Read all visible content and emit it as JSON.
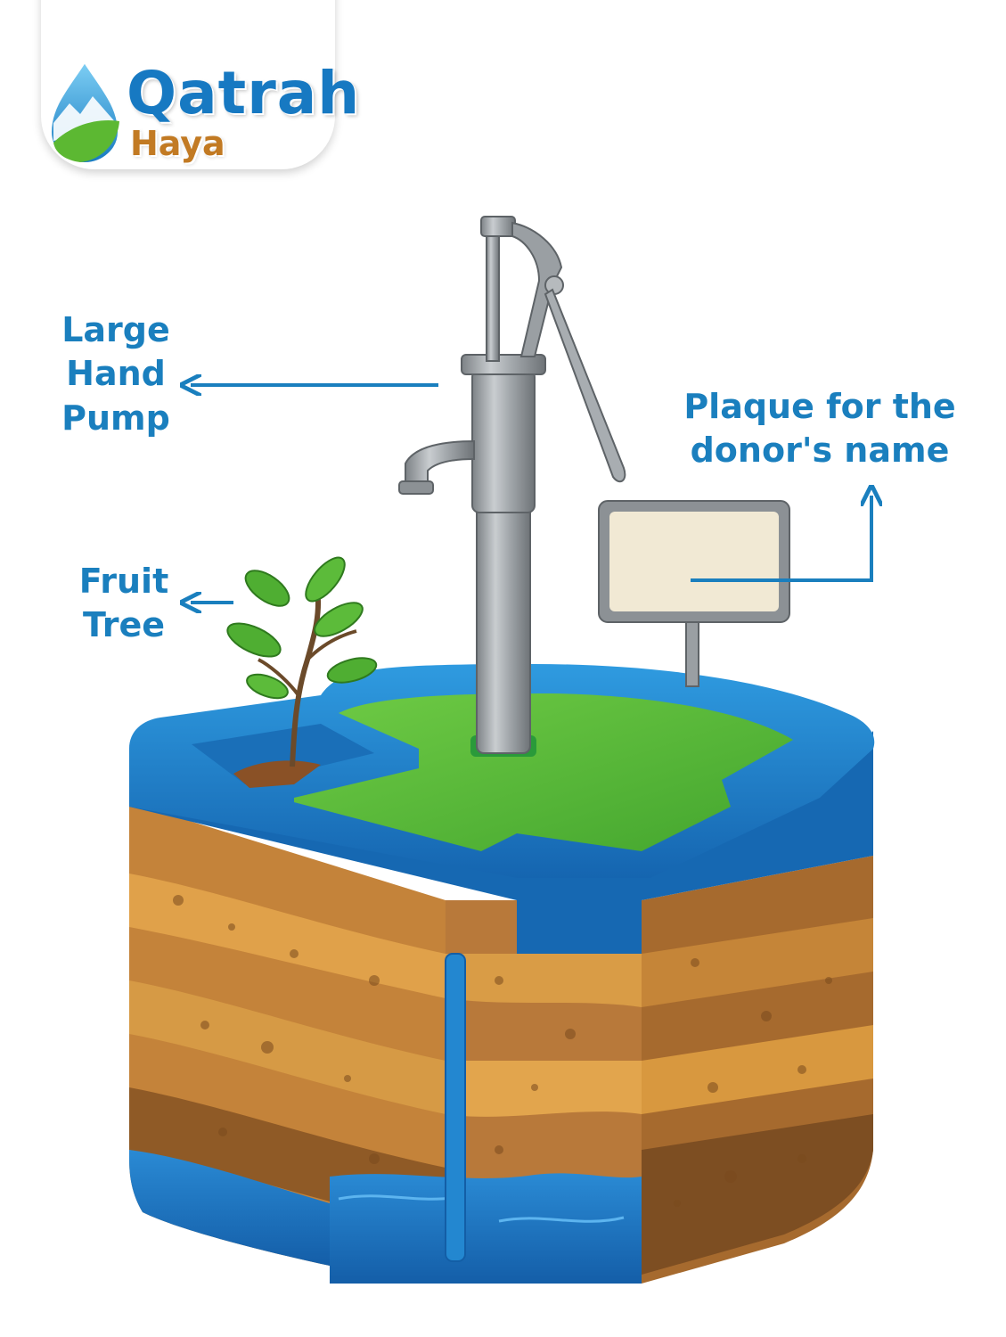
{
  "logo": {
    "name": "Qatrah",
    "subname": "Haya"
  },
  "labels": {
    "pump": [
      "Large",
      "Hand",
      "Pump"
    ],
    "tree": [
      "Fruit",
      "Tree"
    ],
    "plaque": [
      "Plaque for the",
      "donor's name"
    ]
  },
  "colors": {
    "label_blue": "#1a7fbe",
    "frame_blue": "#1e82c8",
    "grass": "#56b83a",
    "soil_dark": "#8c5a25",
    "soil_light": "#d4963e",
    "water": "#1e6fb8",
    "metal": "#9a9fa3"
  }
}
